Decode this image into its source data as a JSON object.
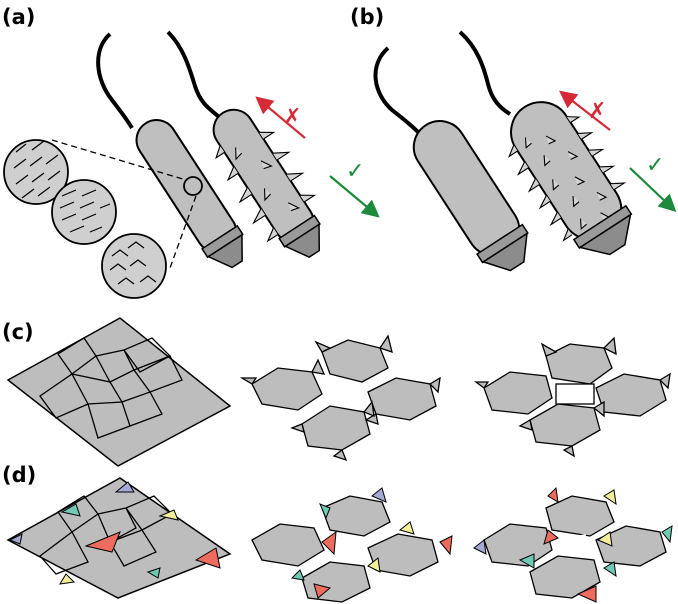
{
  "panels": {
    "a": {
      "label": "(a)",
      "views": [
        "plain-tube",
        "tube-with-spines"
      ],
      "pattern_insets": [
        "tilted-dashes",
        "horizontal-dashes",
        "herringbone-dashes"
      ],
      "arrows": [
        {
          "direction": "up-left",
          "mark": "✗",
          "meaning": "blocked",
          "color": "#d62a36"
        },
        {
          "direction": "down-right",
          "mark": "✓",
          "meaning": "allowed",
          "color": "#1b8a3a"
        }
      ]
    },
    "b": {
      "label": "(b)",
      "views": [
        "plain-tube",
        "tube-with-dense-spines"
      ],
      "arrows": [
        {
          "direction": "up-left",
          "mark": "✗",
          "meaning": "blocked",
          "color": "#d62a36"
        },
        {
          "direction": "down-right",
          "mark": "✓",
          "meaning": "allowed",
          "color": "#1b8a3a"
        }
      ]
    },
    "c": {
      "label": "(c)",
      "stages": [
        "flat-sheet",
        "partially-popped",
        "fully-popped"
      ]
    },
    "d": {
      "label": "(d)",
      "stages": [
        "flat-sheet",
        "partially-popped",
        "fully-popped"
      ],
      "flap_colors": {
        "teal": "#6fc9b5",
        "yellow": "#f2ee9a",
        "purple": "#a6a8d6",
        "red": "#ee6c5e"
      }
    }
  },
  "colors": {
    "tube_fill": "#bfbfbf",
    "tube_dark": "#8c8c8c",
    "sheet_fill": "#bdbdbd",
    "stroke": "#000000"
  }
}
